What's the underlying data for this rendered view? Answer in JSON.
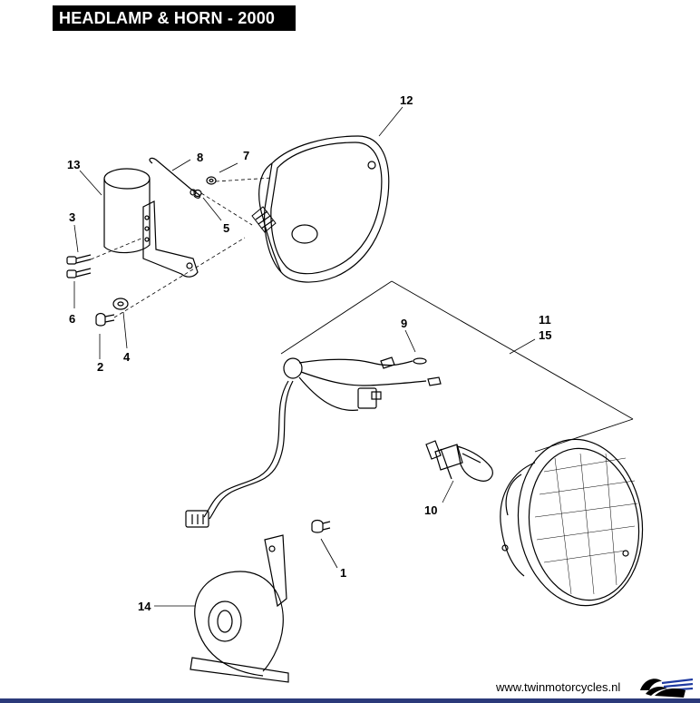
{
  "title": "HEADLAMP & HORN - 2000",
  "callouts": {
    "c1": "1",
    "c2": "2",
    "c3": "3",
    "c4": "4",
    "c5": "5",
    "c6": "6",
    "c7": "7",
    "c8": "8",
    "c9": "9",
    "c10": "10",
    "c11": "11",
    "c12": "12",
    "c13": "13",
    "c14": "14",
    "c15": "15"
  },
  "footer": {
    "website": "www.twinmotorcycles.nl"
  },
  "colors": {
    "title_bg": "#000000",
    "title_fg": "#ffffff",
    "footer_bar": "#2b3a7a",
    "logo_accent": "#1f3aa0"
  },
  "icons": {
    "logo": "twin-motorcycles-logo-icon"
  }
}
